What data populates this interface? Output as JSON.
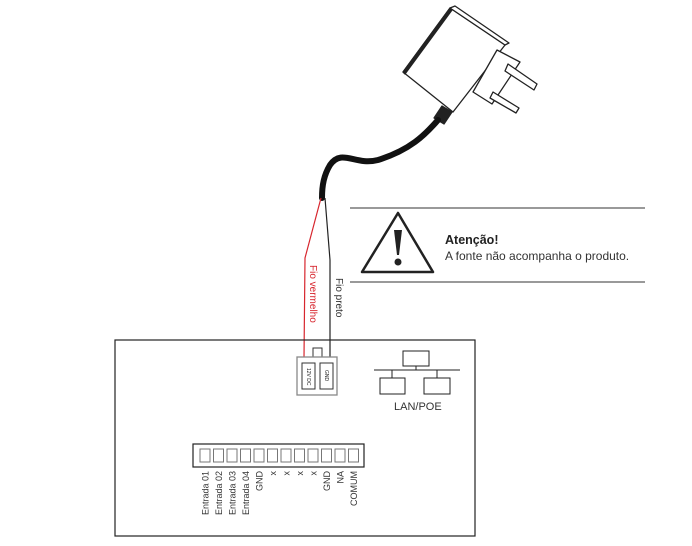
{
  "warning": {
    "title": "Atenção!",
    "message": "A fonte não acompanha o produto.",
    "icon": "warning-triangle-icon"
  },
  "wires": {
    "red_label": "Fio vermelho",
    "black_label": "Fio preto",
    "red_color": "#d7262e",
    "black_color": "#222222"
  },
  "power_connector": {
    "pin1": "12V DC",
    "pin2": "GND"
  },
  "network": {
    "label": "LAN/POE",
    "icon": "network-topology-icon"
  },
  "terminal_block": {
    "labels": [
      "Entrada 01",
      "Entrada 02",
      "Entrada 03",
      "Entrada 04",
      "GND",
      "x",
      "x",
      "x",
      "x",
      "GND",
      "NA",
      "COMUM"
    ]
  }
}
